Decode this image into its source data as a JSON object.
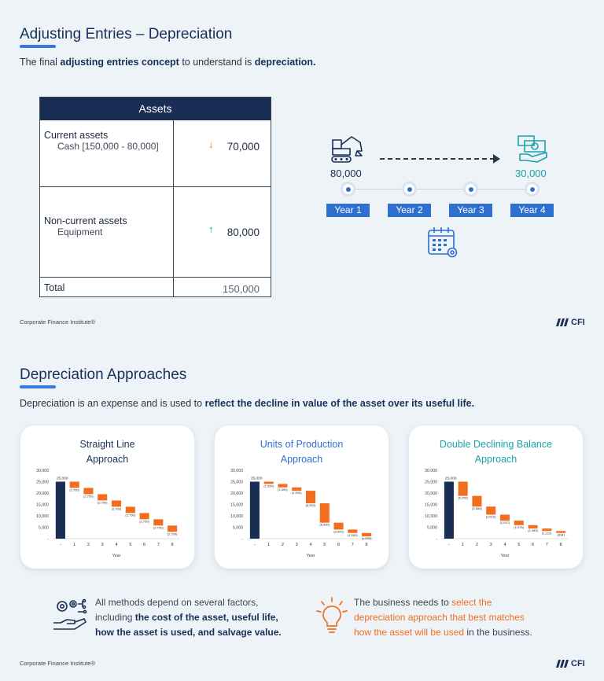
{
  "section1": {
    "title": "Adjusting Entries – Depreciation",
    "intro_pre": "The final ",
    "intro_b1": "adjusting entries concept",
    "intro_mid": " to understand is ",
    "intro_b2": "depreciation.",
    "table": {
      "header": "Assets",
      "current_label": "Current assets",
      "current_sub": "Cash [150,000 - 80,000]",
      "current_value": "70,000",
      "current_arrow": "down",
      "noncurrent_label": "Non-current assets",
      "noncurrent_sub": "Equipment",
      "noncurrent_value": "80,000",
      "noncurrent_arrow": "up",
      "total_label": "Total",
      "total_value": "150,000"
    },
    "timeline": {
      "start_value": "80,000",
      "end_value": "30,000",
      "years": [
        "Year 1",
        "Year 2",
        "Year 3",
        "Year 4"
      ],
      "icons": [
        "excavator-icon",
        "cash-hand-icon",
        "calendar-gear-icon"
      ]
    },
    "footer": "Corporate Finance Institute®",
    "logo": "CFI"
  },
  "section2": {
    "title": "Depreciation Approaches",
    "intro_pre": "Depreciation is an expense and is used to ",
    "intro_b": "reflect the decline in value of the asset over its useful life.",
    "note1": {
      "l1": "All methods depend on several factors,",
      "l2_pre": "including ",
      "l2_b": "the cost of the asset, useful life,",
      "l3_b": "how the asset is used, and salvage value."
    },
    "note2": {
      "l1_pre": "The business needs to ",
      "l1_o": "select the",
      "l2_o": "depreciation approach that best matches",
      "l3_o": "how the asset will be used",
      "l3_post": " in the business."
    },
    "footer": "Corporate Finance Institute®",
    "logo": "CFI"
  },
  "colors": {
    "navy": "#1a2e55",
    "blue": "#2f6fcf",
    "teal": "#1aa3a8",
    "orange": "#f26d1e"
  },
  "chart_data": [
    {
      "type": "bar",
      "title_l1": "Straight Line",
      "title_l2": "Approach",
      "title_color": "#1a2e55",
      "xlabel": "Year",
      "categories": [
        "-",
        "1",
        "2",
        "3",
        "4",
        "5",
        "6",
        "7",
        "8"
      ],
      "yticks": [
        "30,000",
        "25,000",
        "20,000",
        "15,000",
        "10,000",
        "5,000",
        "-"
      ],
      "ylim": [
        0,
        30000
      ],
      "start_value": 25000,
      "start_label": "25,000",
      "decrements": [
        2750,
        2750,
        2750,
        2750,
        2750,
        2750,
        2750,
        2750
      ],
      "decrement_labels": [
        "(2,750)",
        "(2,750)",
        "(2,750)",
        "(2,750)",
        "(2,750)",
        "(2,750)",
        "(2,750)",
        "(2,750)"
      ]
    },
    {
      "type": "bar",
      "title_l1": "Units of Production",
      "title_l2": "Approach",
      "title_color": "#2f6fcf",
      "xlabel": "Year",
      "categories": [
        "-",
        "1",
        "2",
        "3",
        "4",
        "5",
        "6",
        "7",
        "8"
      ],
      "yticks": [
        "30,000",
        "25,000",
        "20,000",
        "15,000",
        "10,000",
        "5,000",
        "-"
      ],
      "ylim": [
        0,
        30000
      ],
      "start_value": 25000,
      "start_label": "25,000",
      "decrements": [
        1000,
        1500,
        1500,
        5500,
        8500,
        3000,
        1500,
        1500
      ],
      "decrement_labels": [
        "(1,000)",
        "(1,500)",
        "(1,500)",
        "(5,500)",
        "(8,500)",
        "(3,000)",
        "(1,500)",
        "(1,500)"
      ]
    },
    {
      "type": "bar",
      "title_l1": "Double Declining Balance",
      "title_l2": "Approach",
      "title_color": "#1aa3a8",
      "xlabel": "Year",
      "categories": [
        "-",
        "1",
        "2",
        "3",
        "4",
        "5",
        "6",
        "7",
        "8"
      ],
      "yticks": [
        "30,000",
        "25,000",
        "20,000",
        "15,000",
        "10,000",
        "5,000",
        "-"
      ],
      "ylim": [
        0,
        30000
      ],
      "start_value": 25000,
      "start_label": "25,000",
      "decrements": [
        6250,
        4688,
        3516,
        2637,
        1978,
        1483,
        1112,
        834
      ],
      "decrement_labels": [
        "(6,250)",
        "(4,688)",
        "(3,516)",
        "(2,637)",
        "(1,978)",
        "(1,483)",
        "(1,112)",
        "(834)"
      ]
    }
  ]
}
